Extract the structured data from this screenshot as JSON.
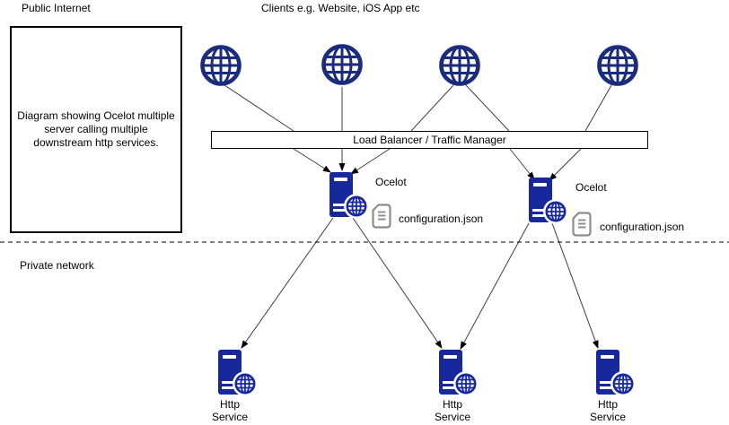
{
  "diagram": {
    "public_zone_label": "Public Internet",
    "private_zone_label": "Private network",
    "clients_caption": "Clients e.g. Website, iOS App etc",
    "description_box": "Diagram showing Ocelot multiple server calling multiple downstream http services.",
    "load_balancer_label": "Load Balancer / Traffic Manager",
    "clients": [
      {
        "icon": "globe-icon"
      },
      {
        "icon": "globe-icon"
      },
      {
        "icon": "globe-icon"
      },
      {
        "icon": "globe-icon"
      }
    ],
    "gateways": [
      {
        "label": "Ocelot",
        "icon": "server-globe-icon",
        "config_icon": "document-icon",
        "config_file": "configuration.json"
      },
      {
        "label": "Ocelot",
        "icon": "server-globe-icon",
        "config_icon": "document-icon",
        "config_file": "configuration.json"
      }
    ],
    "services": [
      {
        "label": "Http Service",
        "icon": "server-globe-icon"
      },
      {
        "label": "Http Service",
        "icon": "server-globe-icon"
      },
      {
        "label": "Http Service",
        "icon": "server-globe-icon"
      }
    ],
    "colors": {
      "globe_navy": "#1b2b7d",
      "server_navy": "#16289c",
      "file_gray": "#8c8c8c",
      "line_color": "#3f3f3f",
      "arrow_color": "#000000",
      "border_color": "#000000"
    }
  }
}
